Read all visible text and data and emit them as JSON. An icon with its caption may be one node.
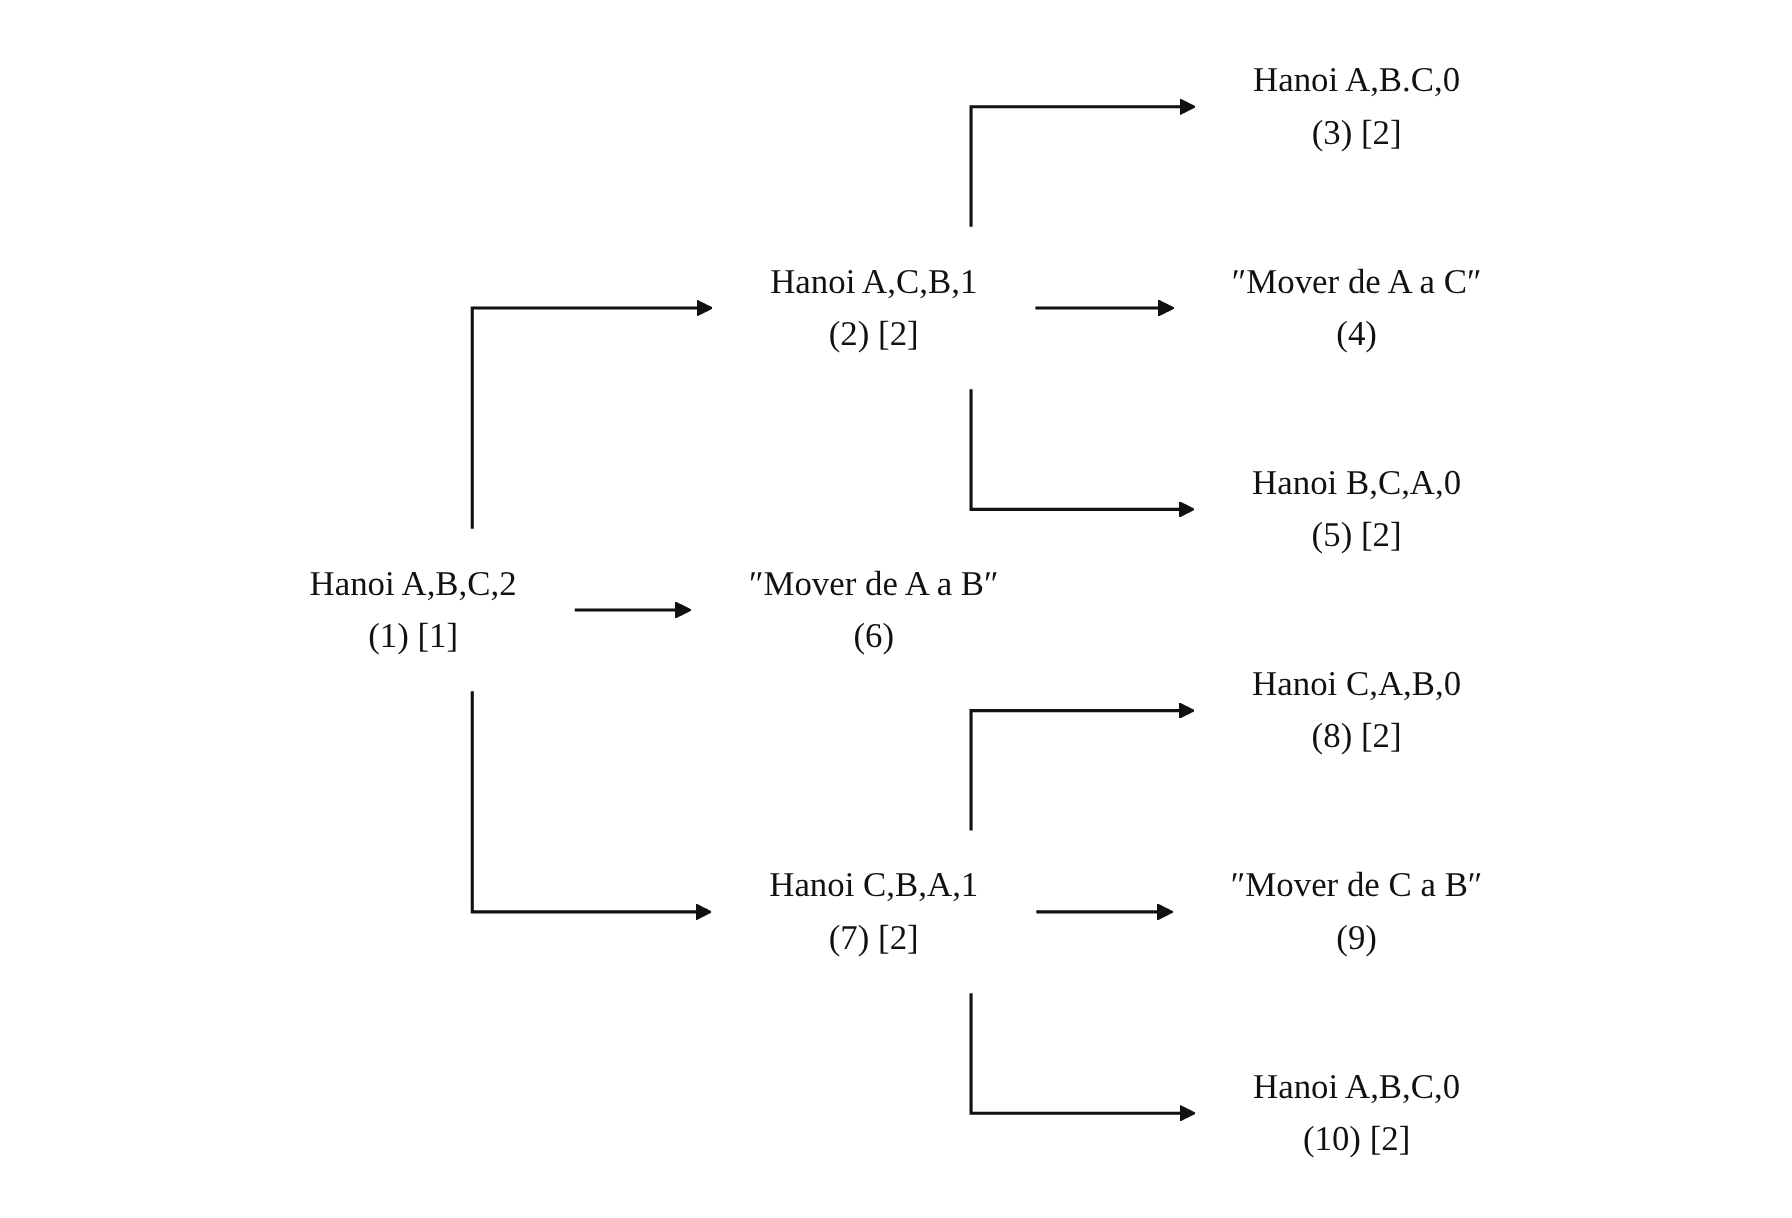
{
  "diagram": {
    "nodes": [
      {
        "text": [
          "Hanoi A,B,C,2",
          "(1) [1]"
        ]
      },
      {
        "text": [
          "Hanoi A,C,B,1",
          "(2) [2]"
        ]
      },
      {
        "text": [
          "Hanoi A,B.C,0",
          "(3) [2]"
        ]
      },
      {
        "text": [
          "″Mover de A a C″",
          "(4)"
        ]
      },
      {
        "text": [
          "Hanoi B,C,A,0",
          "(5) [2]"
        ]
      },
      {
        "text": [
          "″Mover de A a B″",
          "(6)"
        ]
      },
      {
        "text": [
          "Hanoi C,B,A,1",
          "(7) [2]"
        ]
      },
      {
        "text": [
          "Hanoi C,A,B,0",
          "(8) [2]"
        ]
      },
      {
        "text": [
          "″Mover de C a B″",
          "(9)"
        ]
      },
      {
        "text": [
          "Hanoi A,B,C,0",
          "(10) [2]"
        ]
      }
    ],
    "edges": [
      {
        "from": 0,
        "to": 1,
        "arrow": "to"
      },
      {
        "from": 0,
        "to": 5,
        "arrow": "to"
      },
      {
        "from": 0,
        "to": 6,
        "arrow": "to"
      },
      {
        "from": 1,
        "to": 2,
        "arrow": "to"
      },
      {
        "from": 1,
        "to": 3,
        "arrow": "to"
      },
      {
        "from": 1,
        "to": 4,
        "arrow": "to"
      },
      {
        "from": 6,
        "to": 7,
        "arrow": "to"
      },
      {
        "from": 6,
        "to": 8,
        "arrow": "to"
      },
      {
        "from": 6,
        "to": 9,
        "arrow": "to"
      }
    ]
  }
}
